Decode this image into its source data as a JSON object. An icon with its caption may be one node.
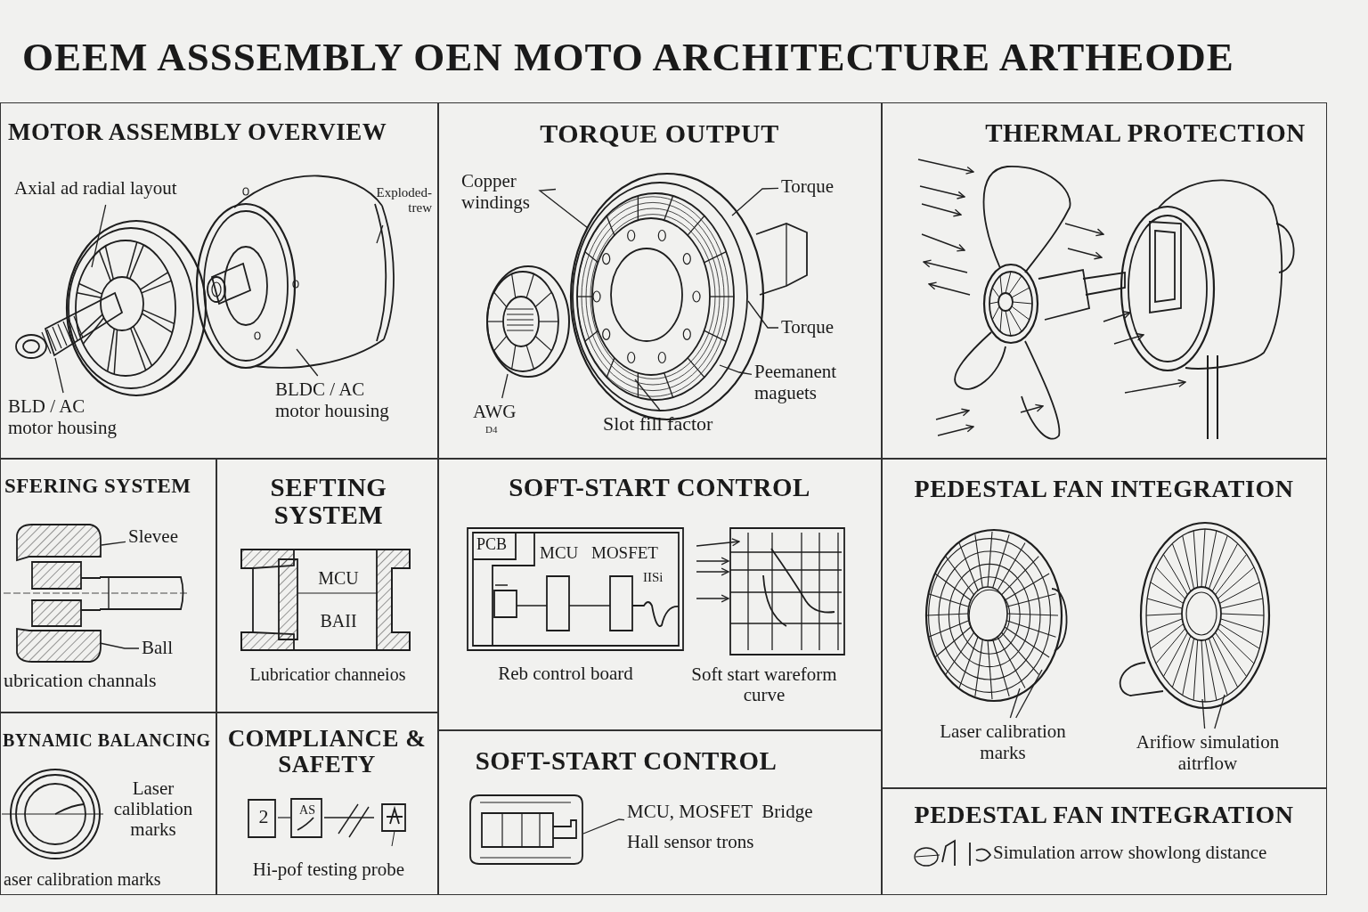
{
  "diagram": {
    "title": "OEEM ASSSEMBLY OEN MOTO ARCHITECTURE ARTHEODE",
    "nodes": [
      {
        "text": [
          "MOTOR ASSEMBLY OVERVIEW"
        ]
      },
      {
        "text": [
          "TORQUE OUTPUT"
        ]
      },
      {
        "text": [
          "THERMAL PROTECTION"
        ]
      },
      {
        "text": [
          "SFERING SYSTEM"
        ]
      },
      {
        "text": [
          "SEFTING SYSTEM"
        ]
      },
      {
        "text": [
          "BYNAMIC BALANCING"
        ]
      },
      {
        "text": [
          "COMPLIANCE & SAFETY"
        ]
      },
      {
        "text": [
          "SOFT-START CONTROL"
        ]
      },
      {
        "text": [
          "SOFT-START CONTROL"
        ]
      },
      {
        "text": [
          "PEDESTAL FAN INTEGRATION"
        ]
      },
      {
        "text": [
          "PEDESTAL FAN INTEGRATION"
        ]
      },
      {
        "text": [
          "Axial ad radial layout"
        ],
        "in": 0
      },
      {
        "text": [
          "Exploded- trew"
        ],
        "in": 0
      },
      {
        "text": [
          "BLD / AC motor housing"
        ],
        "in": 0
      },
      {
        "text": [
          "BLDC / AC motor houısing"
        ],
        "in": 0
      },
      {
        "text": [
          "Copper windings"
        ],
        "in": 1
      },
      {
        "text": [
          "Torque"
        ],
        "in": 1
      },
      {
        "text": [
          "Torque"
        ],
        "in": 1
      },
      {
        "text": [
          "Peemanent maguets"
        ],
        "in": 1
      },
      {
        "text": [
          "AWG"
        ],
        "in": 1
      },
      {
        "text": [
          "Slot fill factor"
        ],
        "in": 1
      },
      {
        "text": [
          "Slevee"
        ],
        "in": 3
      },
      {
        "text": [
          "Ball"
        ],
        "in": 3
      },
      {
        "text": [
          "Laser calibration marks"
        ],
        "in": 9
      },
      {
        "text": [
          "Arifiow simulation aitrflow"
        ],
        "in": 9
      },
      {
        "text": [
          "MCU, MOSFET  Bridge",
          "Hall sensor trons"
        ],
        "in": 8
      },
      {
        "text": [],
        "shape": "picture",
        "in": 0
      },
      {
        "text": [],
        "shape": "picture",
        "in": 0
      },
      {
        "text": [],
        "shape": "picture",
        "in": 1
      },
      {
        "text": [],
        "shape": "picture",
        "in": 1
      },
      {
        "text": [],
        "shape": "picture",
        "in": 3
      },
      {
        "text": [],
        "shape": "picture",
        "in": 9
      },
      {
        "text": [],
        "shape": "picture",
        "in": 9
      },
      {
        "text": [],
        "shape": "picture",
        "in": 8
      },
      {
        "text": [],
        "shape": "picture",
        "in": 2
      }
    ],
    "edges": [
      {
        "from": 11,
        "to": 26,
        "arrow": "none"
      },
      {
        "from": 12,
        "to": 27,
        "arrow": "none"
      },
      {
        "from": 13,
        "to": 26,
        "arrow": "none"
      },
      {
        "from": 14,
        "to": 27,
        "arrow": "none"
      },
      {
        "from": 15,
        "to": 28,
        "arrow": "none"
      },
      {
        "from": 16,
        "to": 28,
        "arrow": "none"
      },
      {
        "from": 17,
        "to": 28,
        "arrow": "none"
      },
      {
        "from": 18,
        "to": 28,
        "arrow": "none"
      },
      {
        "from": 19,
        "to": 29,
        "arrow": "none"
      },
      {
        "from": 20,
        "to": 28,
        "arrow": "none"
      },
      {
        "from": 21,
        "to": 30,
        "arrow": "none"
      },
      {
        "from": 22,
        "to": 30,
        "arrow": "none"
      },
      {
        "from": 23,
        "to": 31,
        "arrow": "none"
      },
      {
        "from": 23,
        "to": 31,
        "arrow": "none"
      },
      {
        "from": 24,
        "to": 32,
        "arrow": "none"
      },
      {
        "from": 24,
        "to": 32,
        "arrow": "none"
      },
      {
        "from": 25,
        "to": 33,
        "arrow": "none"
      }
    ],
    "labels": [
      "D4",
      "ubrication channals",
      "MCU",
      "BAII",
      "Lubricatior channeios",
      "Laser caliblation marks",
      "aser calibration marks",
      "2",
      "AS",
      "Hi-pof testing probe",
      "PCB",
      "MCU",
      "MOSFET",
      "IISi",
      "Reb control board",
      "Soft start wareform curve",
      "Simulation arrow showlong distance"
    ]
  }
}
